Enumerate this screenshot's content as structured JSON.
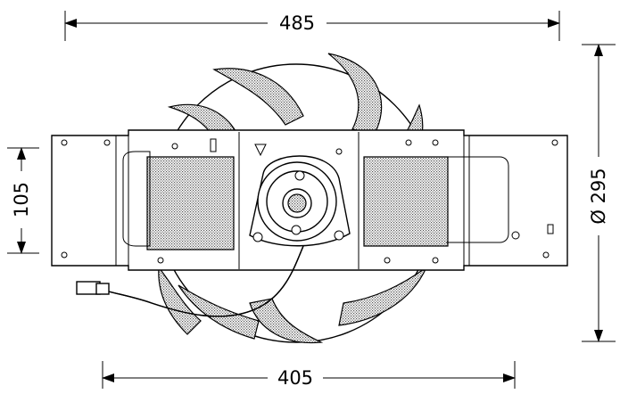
{
  "dimensions": {
    "top_width": "485",
    "bottom_width": "405",
    "left_height": "105",
    "right_diameter": "Ø 295"
  },
  "colors": {
    "line": "#000000",
    "background": "#ffffff",
    "stipple": "#555555"
  }
}
